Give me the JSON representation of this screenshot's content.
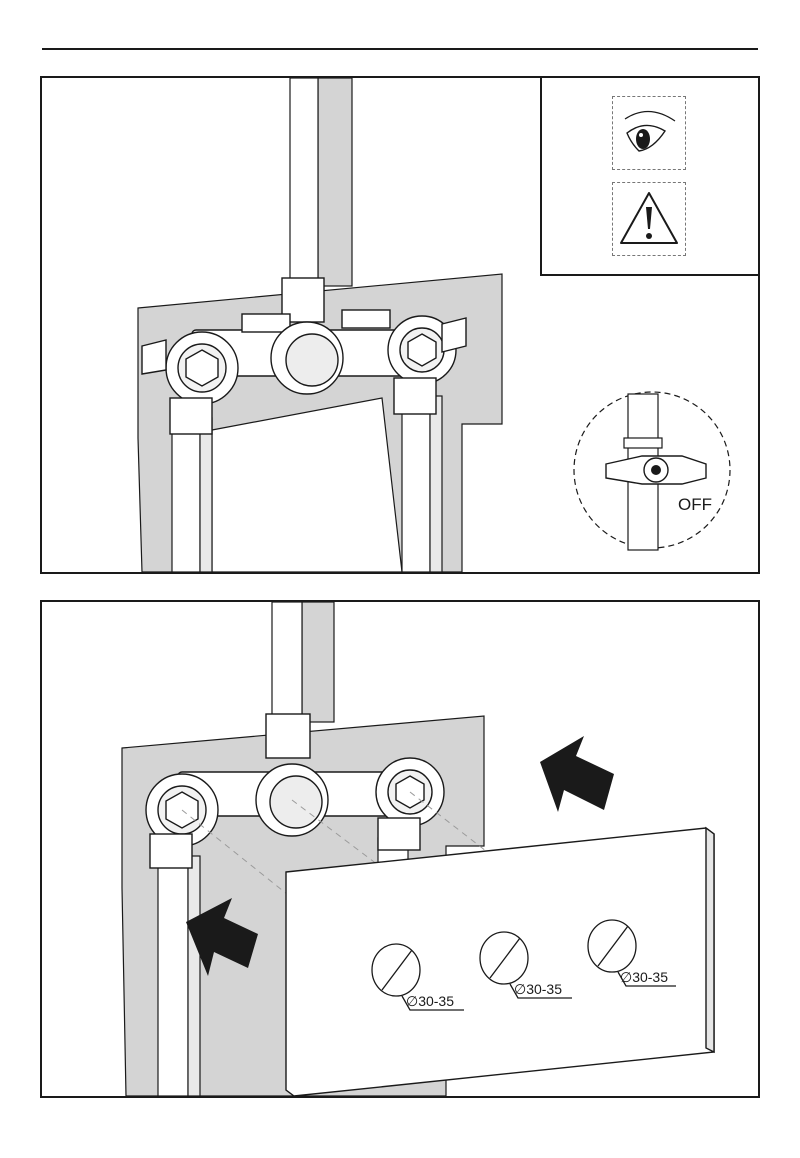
{
  "panel_1": {
    "callout": {
      "label": "OFF"
    },
    "legend": {
      "icons": [
        "eye-icon",
        "warning-icon"
      ]
    }
  },
  "panel_2": {
    "dimensions": [
      {
        "label": "∅30-35"
      },
      {
        "label": "∅30-35"
      },
      {
        "label": "∅30-35"
      }
    ]
  },
  "colors": {
    "line": "#1a1a1a",
    "concrete": "#d4d4d4",
    "pipe": "#ffffff",
    "arrow": "#1a1a1a"
  }
}
